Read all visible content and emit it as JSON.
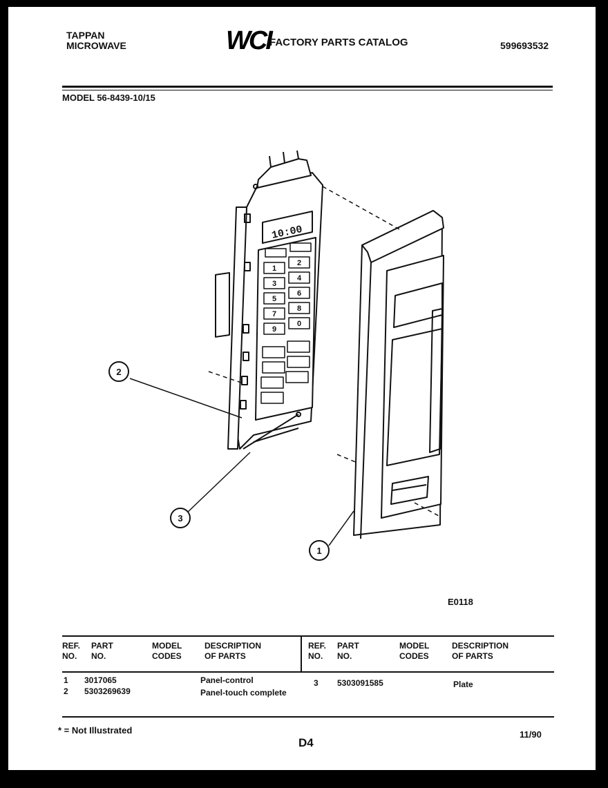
{
  "header": {
    "brand_line1": "TAPPAN",
    "brand_line2": "MICROWAVE",
    "logo": "WCI",
    "catalog_title": "FACTORY PARTS CATALOG",
    "catalog_number": "599693532",
    "model": "MODEL 56-8439-10/15"
  },
  "diagram": {
    "display_readout": "10:00",
    "callouts": [
      "1",
      "2",
      "3"
    ],
    "figure_code": "E0118"
  },
  "table": {
    "headers": {
      "ref": [
        "REF.",
        "NO."
      ],
      "part": [
        "PART",
        "NO."
      ],
      "model": [
        "MODEL",
        "CODES"
      ],
      "desc": [
        "DESCRIPTION",
        "OF PARTS"
      ]
    },
    "left_rows": [
      {
        "ref": "1",
        "part": "3017065",
        "model": "",
        "desc": "Panel-control"
      },
      {
        "ref": "2",
        "part": "5303269639",
        "model": "",
        "desc": "Panel-touch complete"
      }
    ],
    "right_rows": [
      {
        "ref": "3",
        "part": "5303091585",
        "model": "",
        "desc": "Plate"
      }
    ]
  },
  "footer": {
    "note": "* = Not Illustrated",
    "page": "D4",
    "date": "11/90"
  }
}
